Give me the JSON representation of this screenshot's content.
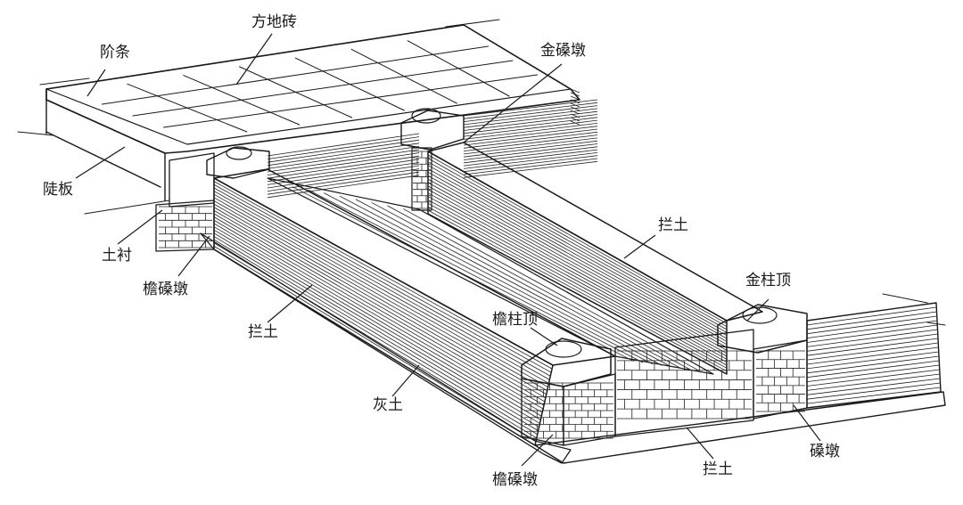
{
  "labels": {
    "jietiao": "阶条",
    "fangdizhuan": "方地砖",
    "jinsangdun": "金磉墩",
    "douban": "陡板",
    "tuchen": "土衬",
    "yansangdun_left": "檐磉墩",
    "lantu_upper": "拦土",
    "jinzhuding": "金柱顶",
    "lantu_left": "拦土",
    "yanzhuding": "檐柱顶",
    "huitu": "灰土",
    "sangdun": "磉墩",
    "lantu_bottom": "拦土",
    "yansangdun_bottom": "檐磉墩"
  }
}
